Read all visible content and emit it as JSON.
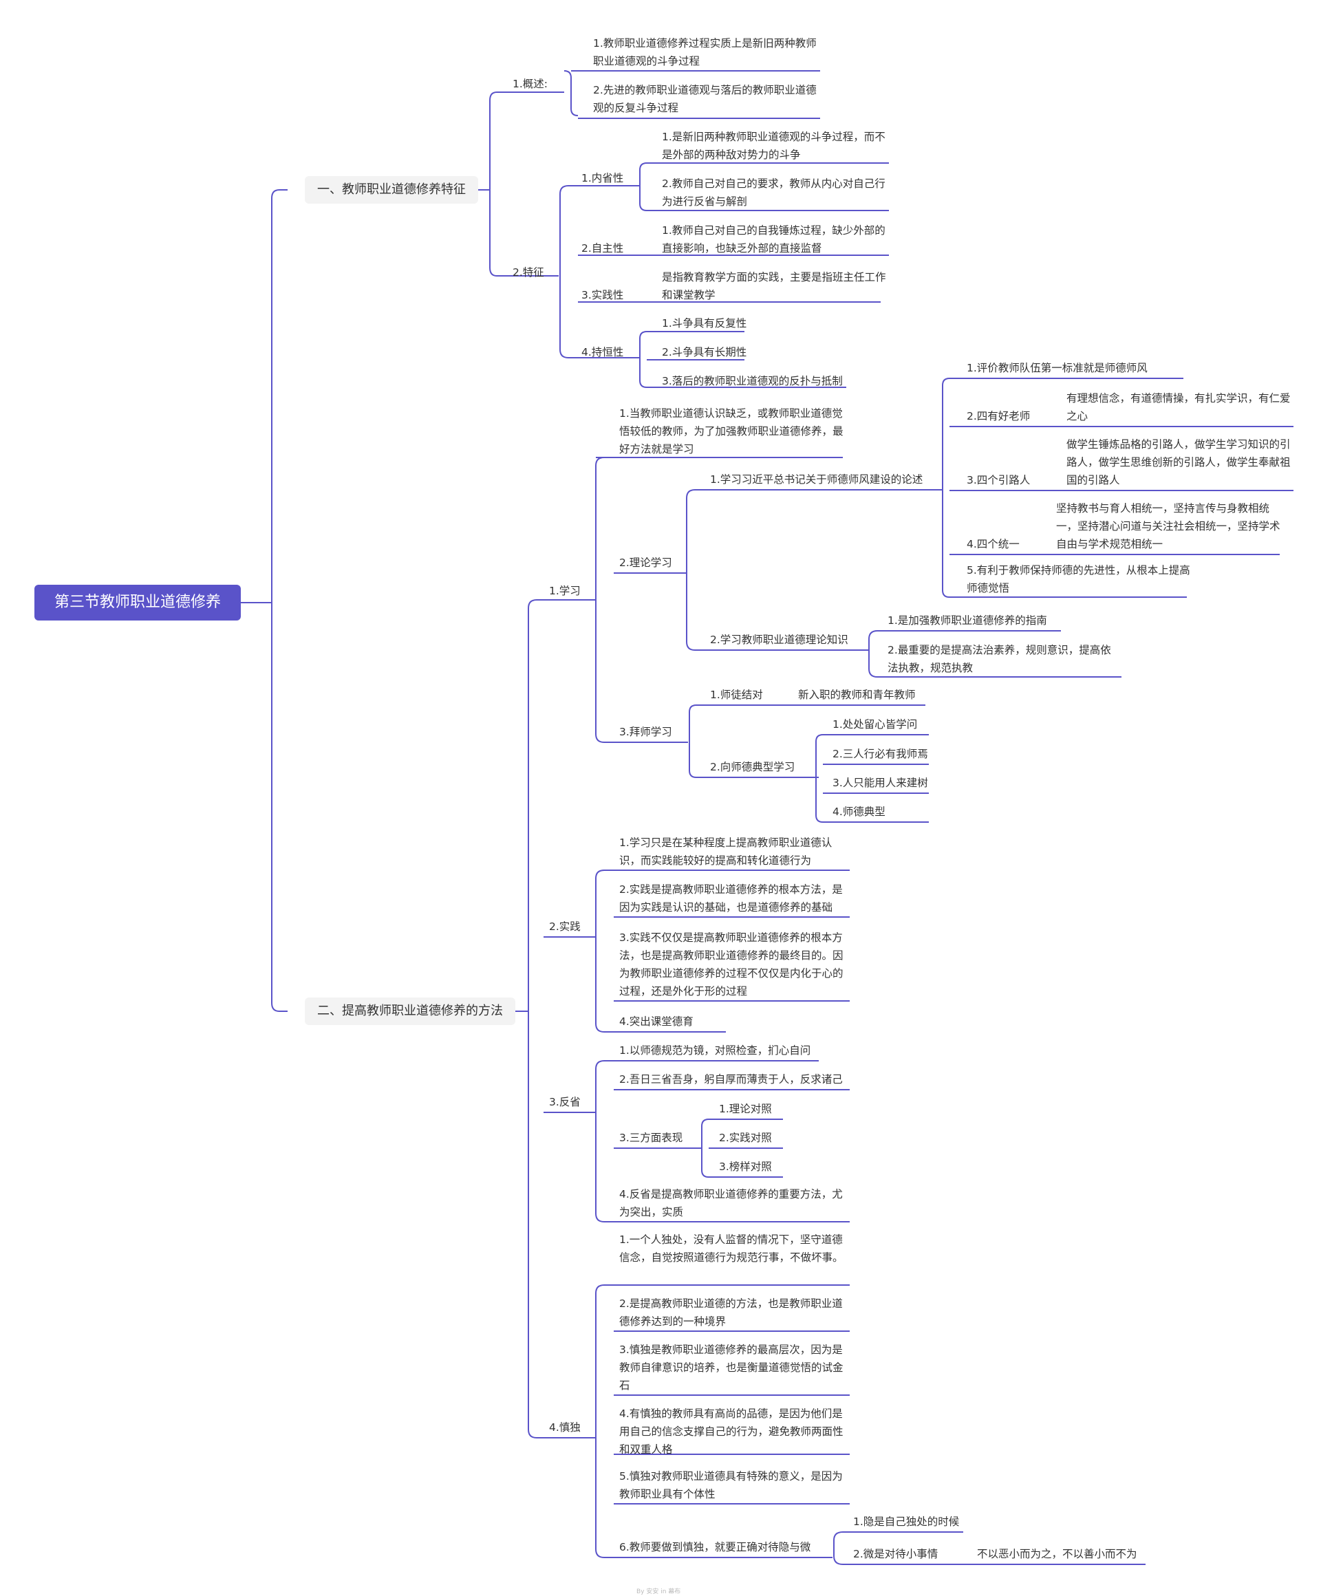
{
  "root": "第三节教师职业道德修养",
  "b1": {
    "label": "一、教师职业道德修养特征",
    "gaishu": {
      "label": "1.概述:",
      "items": [
        "1.教师职业道德修养过程实质上是新旧两种教师职业道德观的斗争过程",
        "2.先进的教师职业道德观与落后的教师职业道德观的反复斗争过程"
      ]
    },
    "tezheng": {
      "label": "2.特征",
      "neisheng": {
        "label": "1.内省性",
        "items": [
          "1.是新旧两种教师职业道德观的斗争过程，而不是外部的两种敌对势力的斗争",
          "2.教师自己对自己的要求，教师从内心对自己行为进行反省与解剖"
        ]
      },
      "zizhu": {
        "label": "2.自主性",
        "text": "1.教师自己对自己的自我锤炼过程，缺少外部的直接影响，也缺乏外部的直接监督"
      },
      "shijian": {
        "label": "3.实践性",
        "text": "是指教育教学方面的实践，主要是指班主任工作和课堂教学"
      },
      "chiheng": {
        "label": "4.持恒性",
        "items": [
          "1.斗争具有反复性",
          "2.斗争具有长期性",
          "3.落后的教师职业道德观的反扑与抵制"
        ]
      }
    }
  },
  "b2": {
    "label": "二、提高教师职业道德修养的方法",
    "xuexi": {
      "label": "1.学习",
      "intro": "1.当教师职业道德认识缺乏，或教师职业道德觉悟较低的教师，为了加强教师职业道德修养，最好方法就是学习",
      "lilun": {
        "label": "2.理论学习",
        "xi": {
          "label": "1.学习习近平总书记关于师德师风建设的论述",
          "i1": "1.评价教师队伍第一标准就是师德师风",
          "sihao": {
            "label": "2.四有好老师",
            "text": "有理想信念，有道德情操，有扎实学识，有仁爱之心"
          },
          "sige": {
            "label": "3.四个引路人",
            "text": "做学生锤炼品格的引路人，做学生学习知识的引路人，做学生思维创新的引路人，做学生奉献祖国的引路人"
          },
          "tongyi": {
            "label": "4.四个统一",
            "text": "坚持教书与育人相统一，坚持言传与身教相统一，坚持潜心问道与关注社会相统一，坚持学术自由与学术规范相统一"
          },
          "i5": "5.有利于教师保持师德的先进性，从根本上提高师德觉悟"
        },
        "zhishi": {
          "label": "2.学习教师职业道德理论知识",
          "items": [
            "1.是加强教师职业道德修养的指南",
            "2.最重要的是提高法治素养，规则意识，提高依法执教，规范执教"
          ]
        }
      },
      "baishi": {
        "label": "3.拜师学习",
        "shitu": {
          "label": "1.师徒结对",
          "text": "新入职的教师和青年教师"
        },
        "dianxing": {
          "label": "2.向师德典型学习",
          "items": [
            "1.处处留心皆学问",
            "2.三人行必有我师焉",
            "3.人只能用人来建树",
            "4.师德典型"
          ]
        }
      }
    },
    "shijian": {
      "label": "2.实践",
      "items": [
        "1.学习只是在某种程度上提高教师职业道德认识，而实践能较好的提高和转化道德行为",
        "2.实践是提高教师职业道德修养的根本方法，是因为实践是认识的基础，也是道德修养的基础",
        "3.实践不仅仅是提高教师职业道德修养的根本方法，也是提高教师职业道德修养的最终目的。因为教师职业道德修养的过程不仅仅是内化于心的过程，还是外化于形的过程",
        "4.突出课堂德育"
      ]
    },
    "fanxing": {
      "label": "3.反省",
      "i1": "1.以师德规范为镜，对照检查，扪心自问",
      "i2": "2.吾日三省吾身，躬自厚而薄责于人，反求诸己",
      "sanfangmian": {
        "label": "3.三方面表现",
        "items": [
          "1.理论对照",
          "2.实践对照",
          "3.榜样对照"
        ]
      },
      "i4": "4.反省是提高教师职业道德修养的重要方法，尤为突出，实质"
    },
    "shendu": {
      "label": "4.慎独",
      "items": [
        "1.一个人独处，没有人监督的情况下，坚守道德信念，自觉按照道德行为规范行事，不做坏事。",
        "2.是提高教师职业道德的方法，也是教师职业道德修养达到的一种境界",
        "3.慎独是教师职业道德修养的最高层次，因为是教师自律意识的培养，也是衡量道德觉悟的试金石",
        "4.有慎独的教师具有高尚的品德，是因为他们是用自己的信念支撑自己的行为，避免教师两面性和双重人格",
        "5.慎独对教师职业道德具有特殊的意义，是因为教师职业具有个体性"
      ],
      "yinwei": {
        "label": "6.教师要做到慎独，就要正确对待隐与微",
        "i1": "1.隐是自己独处的时候",
        "i2": {
          "label": "2.微是对待小事情",
          "text": "不以恶小而为之，不以善小而不为"
        }
      }
    }
  },
  "watermark": "By 安安 in 幕布"
}
